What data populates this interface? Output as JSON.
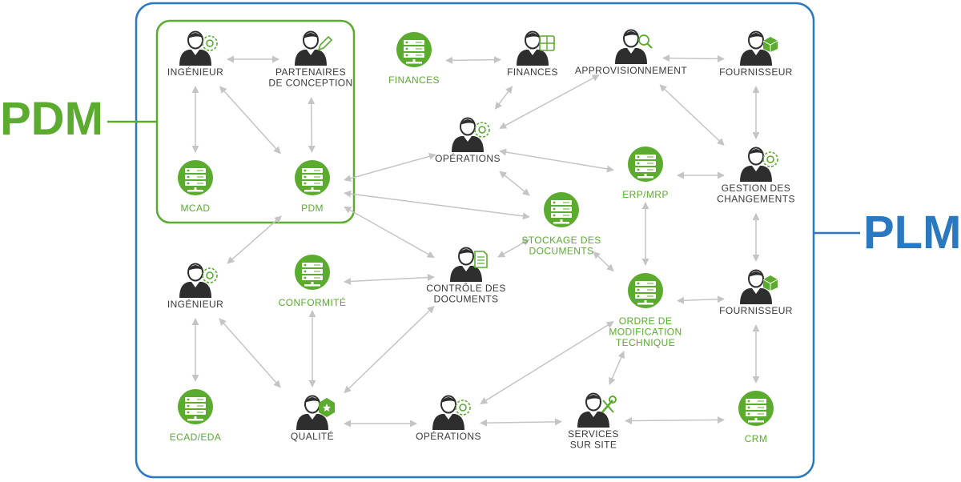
{
  "frames": {
    "pdm_label": "PDM",
    "plm_label": "PLM"
  },
  "colors": {
    "pdm_green": "#5aab2e",
    "plm_blue": "#2a78c0",
    "arrow_gray": "#c4c4c4",
    "person_dark": "#2e2e2e",
    "text_dark": "#3a3a3a"
  },
  "nodes": [
    {
      "id": "ingenieur_pdm",
      "kind": "person",
      "badge": "gear-icon",
      "lines": [
        "INGÉNIEUR"
      ]
    },
    {
      "id": "partenaires",
      "kind": "person",
      "badge": "pencil-icon",
      "lines": [
        "PARTENAIRES",
        "DE CONCEPTION"
      ]
    },
    {
      "id": "mcad",
      "kind": "system",
      "lines": [
        "MCAD"
      ]
    },
    {
      "id": "pdm",
      "kind": "system",
      "lines": [
        "PDM"
      ]
    },
    {
      "id": "finances_sys",
      "kind": "system",
      "lines": [
        "FINANCES"
      ]
    },
    {
      "id": "finances_person",
      "kind": "person",
      "badge": "calculator-icon",
      "lines": [
        "FINANCES"
      ]
    },
    {
      "id": "approvisionnement",
      "kind": "person",
      "badge": "magnifier-icon",
      "lines": [
        "APPROVISIONNEMENT"
      ]
    },
    {
      "id": "fournisseur_top",
      "kind": "person",
      "badge": "box-icon",
      "lines": [
        "FOURNISSEUR"
      ]
    },
    {
      "id": "operations_top",
      "kind": "person",
      "badge": "gear-icon",
      "lines": [
        "OPÉRATIONS"
      ]
    },
    {
      "id": "erp",
      "kind": "system",
      "lines": [
        "ERP/MRP"
      ]
    },
    {
      "id": "gestion",
      "kind": "person",
      "badge": "gear-icon",
      "lines": [
        "GESTION DES",
        "CHANGEMENTS"
      ]
    },
    {
      "id": "stockage",
      "kind": "system",
      "lines": [
        "STOCKAGE DES",
        "DOCUMENTS"
      ]
    },
    {
      "id": "ingenieur_plm",
      "kind": "person",
      "badge": "gear-icon",
      "lines": [
        "INGÉNIEUR"
      ]
    },
    {
      "id": "conformite",
      "kind": "system",
      "lines": [
        "CONFORMITÉ"
      ]
    },
    {
      "id": "controle",
      "kind": "person",
      "badge": "document-icon",
      "lines": [
        "CONTRÔLE DES",
        "DOCUMENTS"
      ]
    },
    {
      "id": "ordre",
      "kind": "system",
      "lines": [
        "ORDRE DE",
        "MODIFICATION",
        "TECHNIQUE"
      ]
    },
    {
      "id": "fournisseur_bottom",
      "kind": "person",
      "badge": "box-icon",
      "lines": [
        "FOURNISSEUR"
      ]
    },
    {
      "id": "ecad",
      "kind": "system",
      "lines": [
        "ECAD/EDA"
      ]
    },
    {
      "id": "qualite",
      "kind": "person",
      "badge": "star-shield-icon",
      "lines": [
        "QUALITÉ"
      ]
    },
    {
      "id": "operations_bottom",
      "kind": "person",
      "badge": "gear-icon",
      "lines": [
        "OPÉRATIONS"
      ]
    },
    {
      "id": "services",
      "kind": "person",
      "badge": "wrench-icon",
      "lines": [
        "SERVICES",
        "SUR SITE"
      ]
    },
    {
      "id": "crm",
      "kind": "system",
      "lines": [
        "CRM"
      ]
    }
  ],
  "connections": [
    [
      "ingenieur_pdm",
      "partenaires"
    ],
    [
      "ingenieur_pdm",
      "mcad"
    ],
    [
      "ingenieur_pdm",
      "pdm"
    ],
    [
      "partenaires",
      "pdm"
    ],
    [
      "finances_sys",
      "finances_person"
    ],
    [
      "approvisionnement",
      "fournisseur_top"
    ],
    [
      "finances_person",
      "operations_top"
    ],
    [
      "approvisionnement",
      "operations_top"
    ],
    [
      "approvisionnement",
      "gestion"
    ],
    [
      "fournisseur_top",
      "gestion"
    ],
    [
      "pdm",
      "operations_top"
    ],
    [
      "operations_top",
      "erp"
    ],
    [
      "operations_top",
      "stockage"
    ],
    [
      "erp",
      "gestion"
    ],
    [
      "pdm",
      "stockage"
    ],
    [
      "pdm",
      "controle"
    ],
    [
      "pdm",
      "ingenieur_plm"
    ],
    [
      "erp",
      "ordre"
    ],
    [
      "gestion",
      "fournisseur_bottom"
    ],
    [
      "conformite",
      "controle"
    ],
    [
      "controle",
      "stockage"
    ],
    [
      "stockage",
      "ordre"
    ],
    [
      "ordre",
      "fournisseur_bottom"
    ],
    [
      "ingenieur_plm",
      "ecad"
    ],
    [
      "ingenieur_plm",
      "qualite"
    ],
    [
      "conformite",
      "qualite"
    ],
    [
      "controle",
      "qualite"
    ],
    [
      "ordre",
      "operations_bottom"
    ],
    [
      "ordre",
      "services"
    ],
    [
      "fournisseur_bottom",
      "crm"
    ],
    [
      "qualite",
      "operations_bottom"
    ],
    [
      "operations_bottom",
      "services"
    ],
    [
      "services",
      "crm"
    ]
  ]
}
